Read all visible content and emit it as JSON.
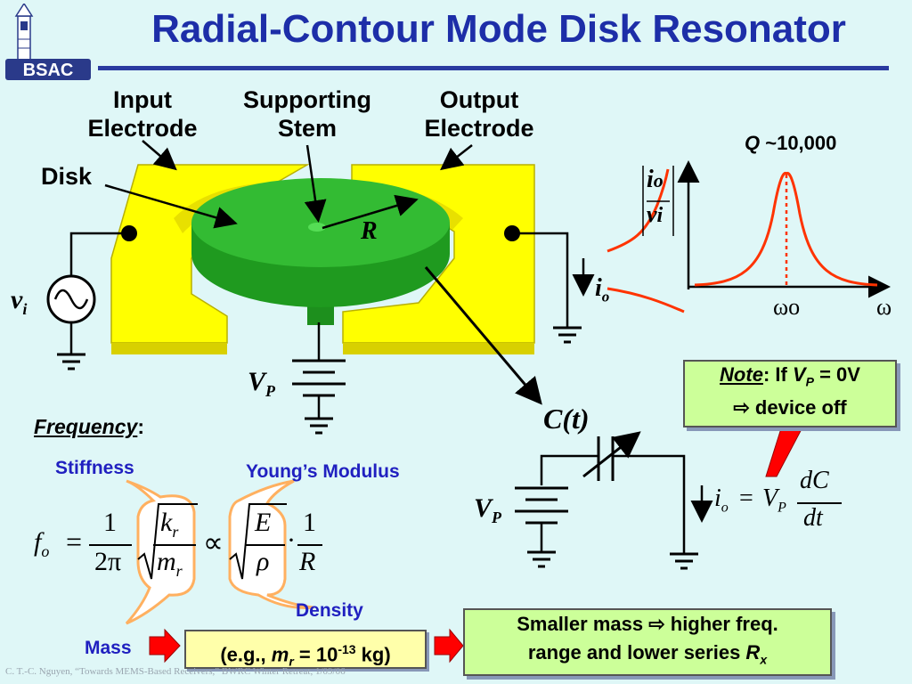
{
  "header": {
    "title": "Radial-Contour Mode Disk Resonator",
    "logo_text": "BSAC"
  },
  "labels": {
    "input_electrode_line1": "Input",
    "input_electrode_line2": "Electrode",
    "supporting_stem_line1": "Supporting",
    "supporting_stem_line2": "Stem",
    "output_electrode_line1": "Output",
    "output_electrode_line2": "Electrode",
    "disk": "Disk",
    "radius": "R",
    "vi_v": "v",
    "vi_sub": "i",
    "io_i": "i",
    "io_sub": "o",
    "vp_v": "V",
    "vp_sub": "P",
    "ct": "C(t)",
    "vp2_v": "V",
    "vp2_sub": "P"
  },
  "plot": {
    "q_label_italic": "Q",
    "q_label_rest": " ~10,000",
    "ylabel_num_i": "i",
    "ylabel_num_sub": "o",
    "ylabel_den_v": "v",
    "ylabel_den_sub": "i",
    "xtick_omega0": "ωo",
    "xaxis_omega": "ω"
  },
  "note": {
    "note_word": "Note",
    "note_rest_1": ": If ",
    "vp_v": "V",
    "vp_sub": "P",
    "note_rest_2": " = 0V",
    "line2": "⇨ device off"
  },
  "frequency": {
    "heading": "Frequency",
    "colon": ":",
    "stiffness": "Stiffness",
    "youngs_modulus": "Young’s Modulus",
    "density": "Density",
    "mass": "Mass"
  },
  "equation": {
    "f": "f",
    "f_sub": "o",
    "eq": "=",
    "one": "1",
    "two_pi": "2π",
    "k": "k",
    "k_sub": "r",
    "m": "m",
    "m_sub": "r",
    "prop": "∝",
    "E": "E",
    "rho": "ρ",
    "dot": "·",
    "one2": "1",
    "R": "R"
  },
  "current_eq": {
    "i": "i",
    "i_sub": "o",
    "eq": "=",
    "V": "V",
    "V_sub": "P",
    "num": "dC",
    "den": "dt"
  },
  "mass_box": {
    "pre": "(e.g., ",
    "m": "m",
    "m_sub": "r",
    "mid": " = 10",
    "exp": "-13",
    "post": " kg)"
  },
  "summary": {
    "line1": "Smaller mass ⇨ higher freq.",
    "line2_pre": "range and lower series ",
    "R": "R",
    "R_sub": "x"
  },
  "footer": "C. T.-C. Nguyen, “Towards MEMS-Based Receivers,” BWRC Winter Retreat, 1/09/06",
  "colors": {
    "background": "#dff7f7",
    "title": "#1d2ea8",
    "electrode": "#ffff00",
    "disk": "#22aa22",
    "note_box": "#ccff99",
    "arrow_red": "#ff0000",
    "callout_fill": "#ffffff",
    "callout_stroke": "#ffb060",
    "curve": "#ff3300"
  }
}
